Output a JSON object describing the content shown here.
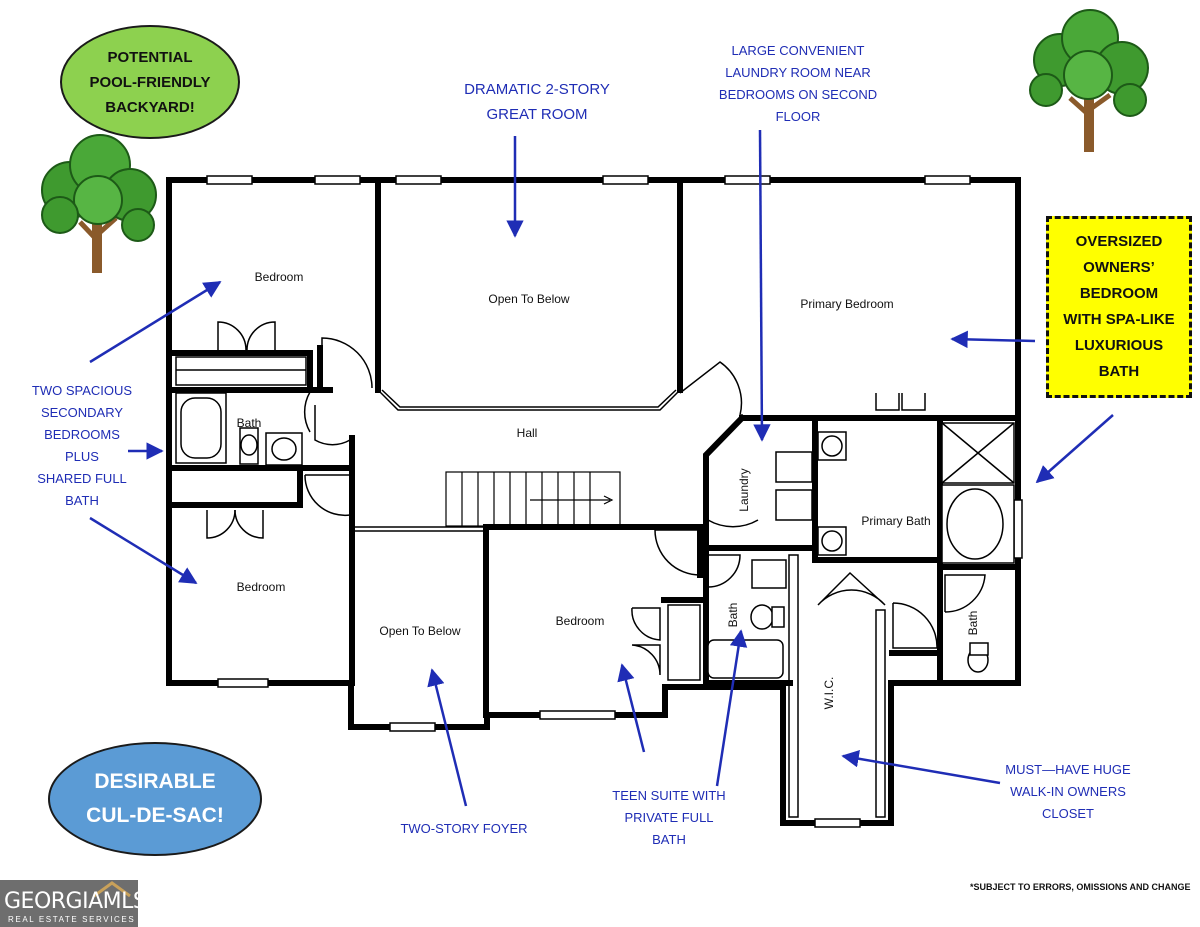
{
  "rooms": {
    "bedroom_nw": "Bedroom",
    "open_below_top": "Open To Below",
    "primary_bedroom": "Primary Bedroom",
    "bath_shared": "Bath",
    "hall": "Hall",
    "laundry": "Laundry",
    "primary_bath": "Primary Bath",
    "bedroom_sw": "Bedroom",
    "open_below_foyer": "Open To Below",
    "bedroom_teen": "Bedroom",
    "bath_teen": "Bath",
    "bath_primary_wc": "Bath",
    "wic": "W.I.C."
  },
  "callouts": {
    "great_room": [
      "DRAMATIC 2-STORY",
      "GREAT ROOM"
    ],
    "laundry": [
      "LARGE CONVENIENT",
      "LAUNDRY ROOM NEAR",
      "BEDROOMS ON SECOND",
      "FLOOR"
    ],
    "secondary": [
      "TWO SPACIOUS",
      "SECONDARY",
      "BEDROOMS",
      "PLUS",
      "SHARED FULL",
      "BATH"
    ],
    "foyer": [
      "TWO-STORY FOYER"
    ],
    "teen": [
      "TEEN SUITE WITH",
      "PRIVATE FULL",
      "BATH"
    ],
    "closet": [
      "MUST—HAVE HUGE",
      "WALK-IN OWNERS",
      "CLOSET"
    ]
  },
  "badges": {
    "pool": [
      "POTENTIAL",
      "POOL-FRIENDLY",
      "BACKYARD!"
    ],
    "culdesac": [
      "DESIRABLE",
      "CUL-DE-SAC!"
    ],
    "owners": [
      "OVERSIZED",
      "OWNERS’",
      "BEDROOM",
      "WITH SPA-LIKE",
      "LUXURIOUS",
      "BATH"
    ]
  },
  "disclaimer": "*SUBJECT TO ERRORS, OMISSIONS AND CHANGE",
  "logo": {
    "brand": "GEORGIAMLS",
    "sub": "REAL ESTATE SERVICES"
  },
  "colors": {
    "callout": "#1f2db5",
    "wall": "#000000",
    "pool_oval": "#8dd14f",
    "culdesac_oval": "#5b9bd5",
    "feature_box": "#ffff00",
    "tree_foliage": "#3f9a2f",
    "tree_trunk": "#8a5a2b"
  }
}
